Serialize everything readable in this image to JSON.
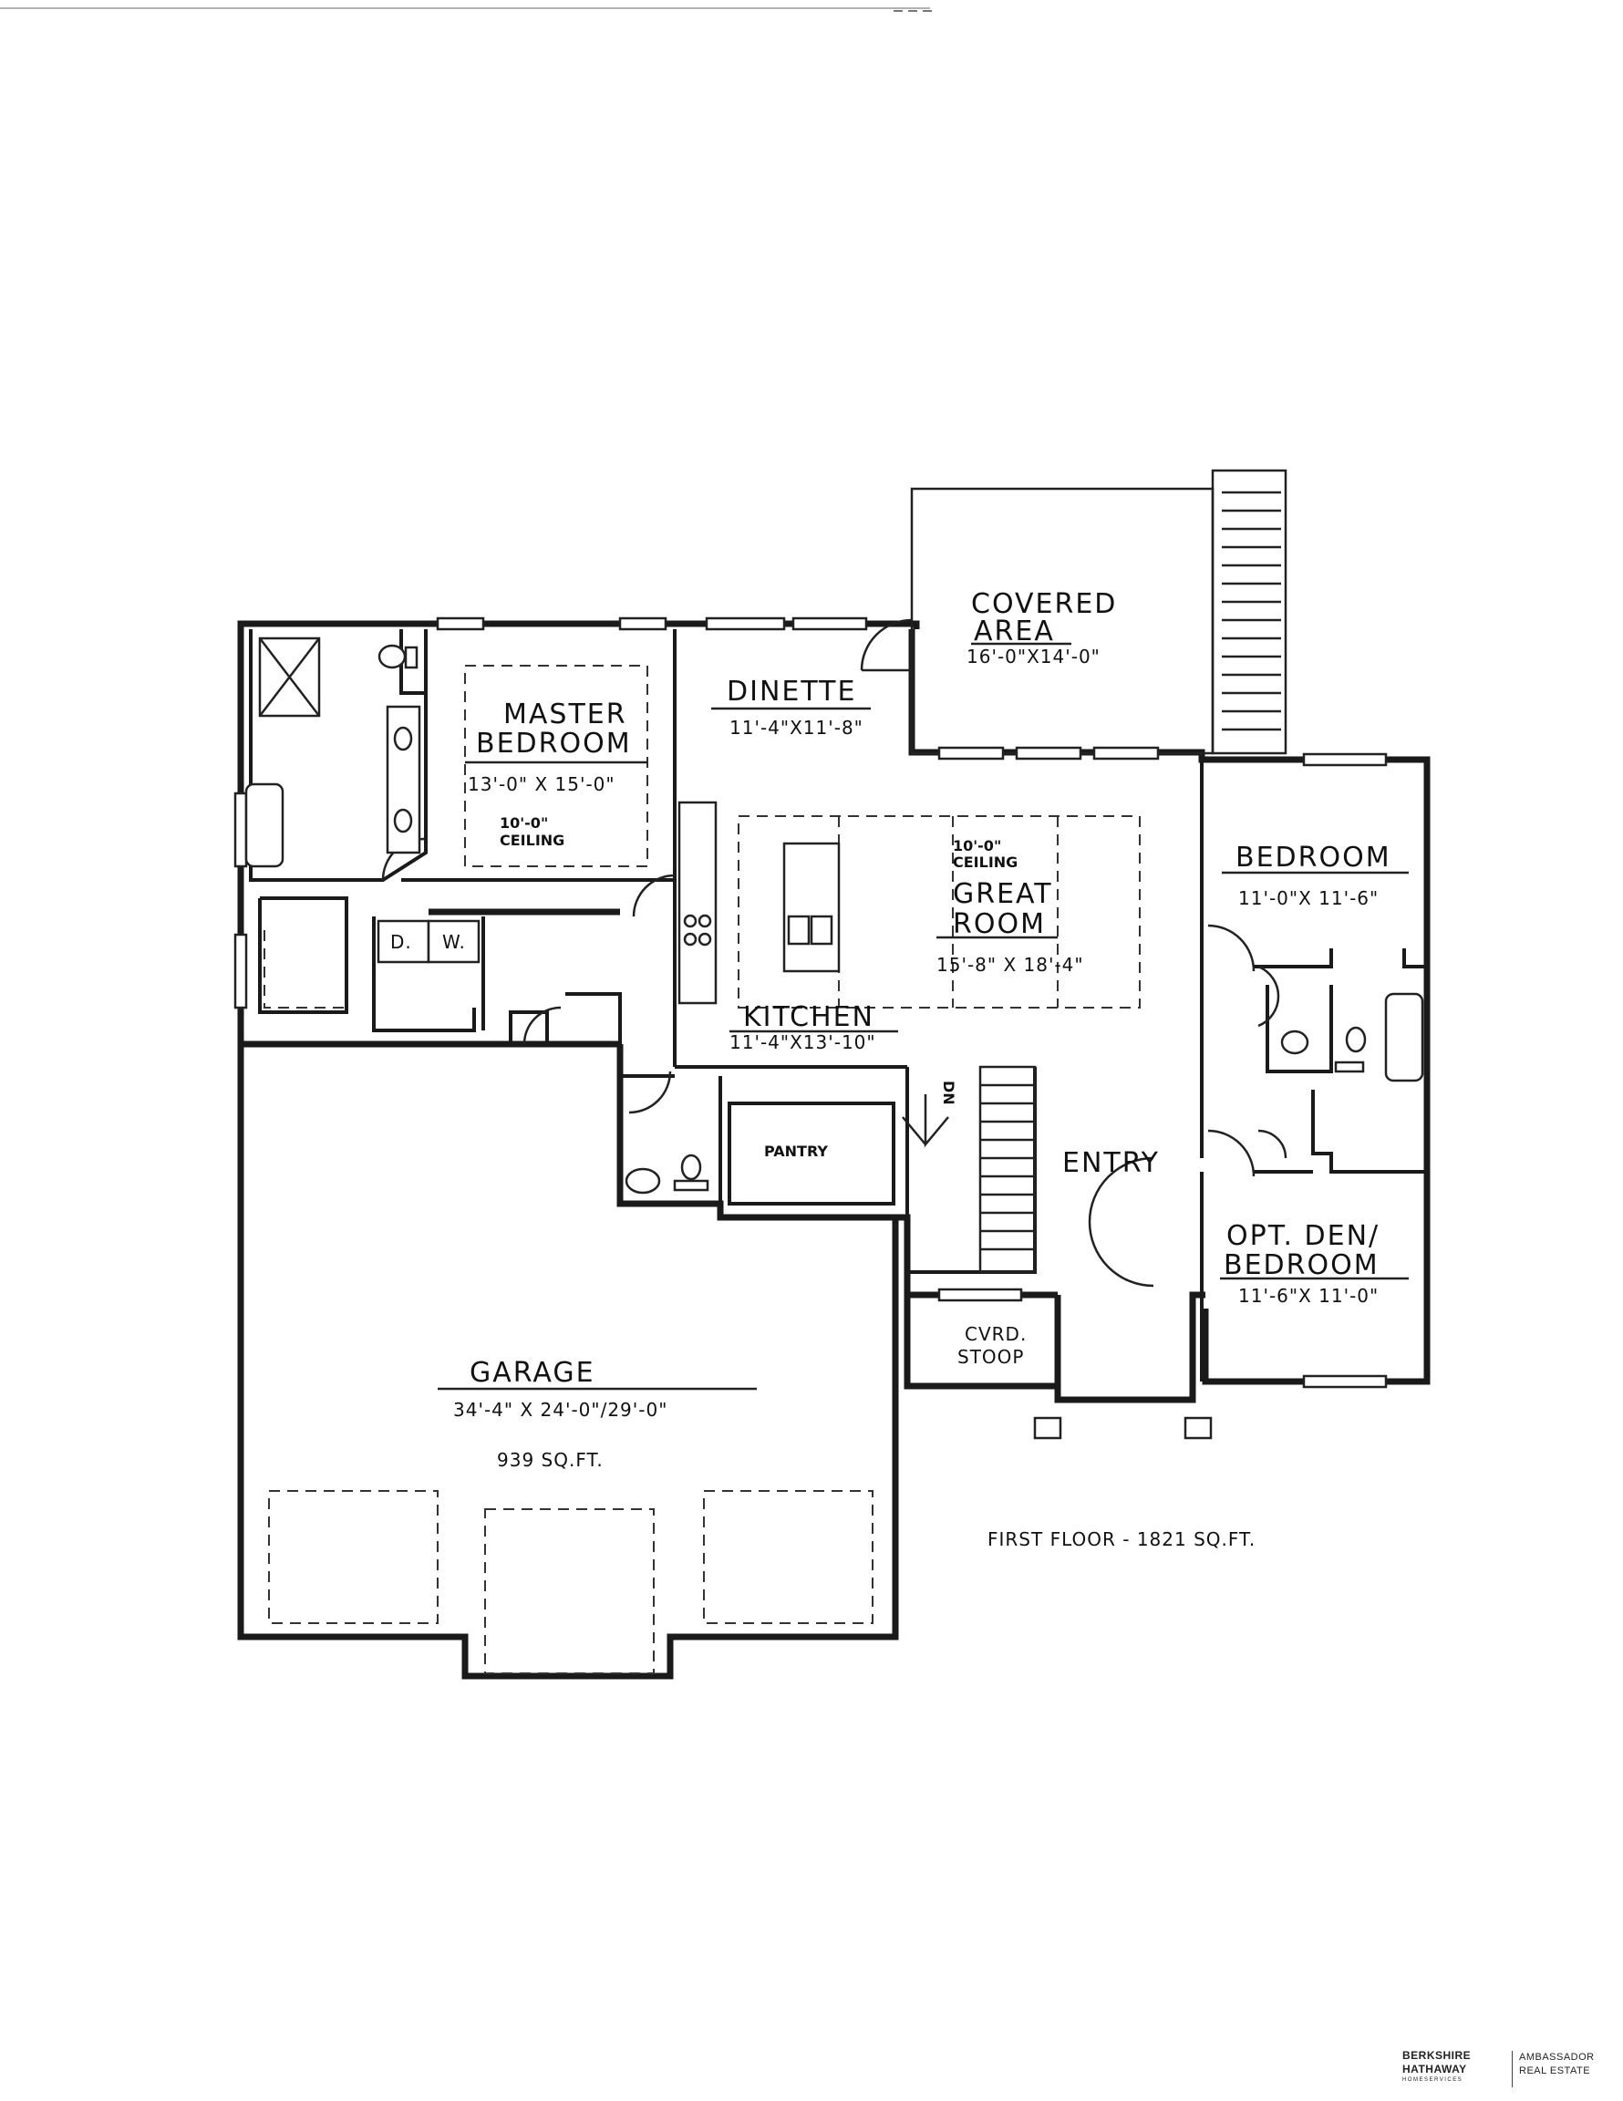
{
  "rooms": {
    "covered_area": {
      "name_line1": "COVERED",
      "name_line2": "AREA",
      "dims": "16'-0\"X14'-0\""
    },
    "dinette": {
      "name": "DINETTE",
      "dims": "11'-4\"X11'-8\""
    },
    "master_bedroom": {
      "name_line1": "MASTER",
      "name_line2": "BEDROOM",
      "dims": "13'-0\" X 15'-0\"",
      "ceiling_line1": "10'-0\"",
      "ceiling_line2": "CEILING"
    },
    "great_room": {
      "ceiling_line1": "10'-0\"",
      "ceiling_line2": "CEILING",
      "name_line1": "GREAT",
      "name_line2": "ROOM",
      "dims": "15'-8\" X 18'-4\""
    },
    "kitchen": {
      "name": "KITCHEN",
      "dims": "11'-4\"X13'-10\""
    },
    "bedroom": {
      "name": "BEDROOM",
      "dims": "11'-0\"X 11'-6\""
    },
    "den": {
      "name_line1": "OPT. DEN/",
      "name_line2": "BEDROOM",
      "dims": "11'-6\"X 11'-0\""
    },
    "pantry": {
      "name": "PANTRY"
    },
    "entry": {
      "name": "ENTRY"
    },
    "stoop": {
      "name_line1": "CVRD.",
      "name_line2": "STOOP"
    },
    "garage": {
      "name": "GARAGE",
      "dims": "34'-4\" X 24'-0\"/29'-0\"",
      "area": "939 SQ.FT."
    },
    "laundry": {
      "dryer": "D.",
      "washer": "W."
    },
    "stairs": {
      "direction": "DN"
    }
  },
  "floor_total": "FIRST FLOOR - 1821 SQ.FT.",
  "branding": {
    "line1": "BERKSHIRE",
    "line2": "HATHAWAY",
    "line3": "HOMESERVICES",
    "line4": "AMBASSADOR",
    "line5": "REAL ESTATE"
  }
}
